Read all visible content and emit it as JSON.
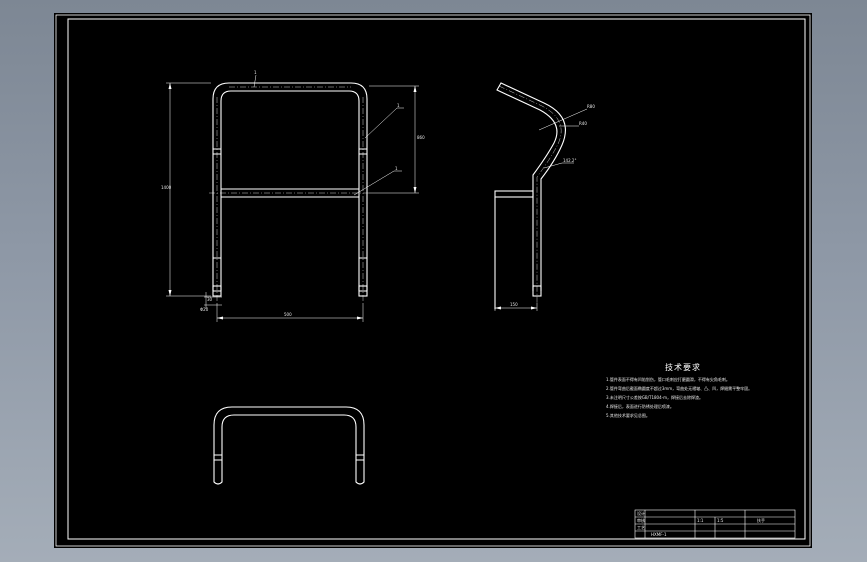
{
  "technical_requirements": {
    "title": "技术要求",
    "notes": [
      "1.管件表面不得有凹陷划伤，管口毛刺应打磨圆滑，不得有尖角毛刺。",
      "2.管件弯曲后截面椭圆度不超过3mm，弯曲处无褶皱、凸、凹，焊缝需平整牢固。",
      "3.未注明尺寸公差按GB/T1804-m，焊接后去除焊渣。",
      "4.焊接后，表面进行防锈处理后喷漆。",
      "5.其他技术要求见总图。"
    ]
  },
  "dimensions": {
    "front_total_height": "1400",
    "front_width": "500",
    "front_upper_height": "860",
    "tube_spec": "Φ20",
    "callout_top": "1",
    "callout_side_upper": "1",
    "callout_side_lower": "1",
    "side_bend_radius": "R80",
    "side_callout": "R40",
    "side_angle": "142.2°",
    "side_base": "150",
    "plug_size": "30"
  },
  "title_block": {
    "drawing_name": "扶手",
    "drawing_code": "HXMF-1",
    "scale": "1:1",
    "quantity": "1:5",
    "row_labels": [
      "设计",
      "审核",
      "工艺"
    ]
  },
  "colors": {
    "background": "#000000",
    "lines": "#ffffff",
    "frame_outer": "#7d8794"
  }
}
